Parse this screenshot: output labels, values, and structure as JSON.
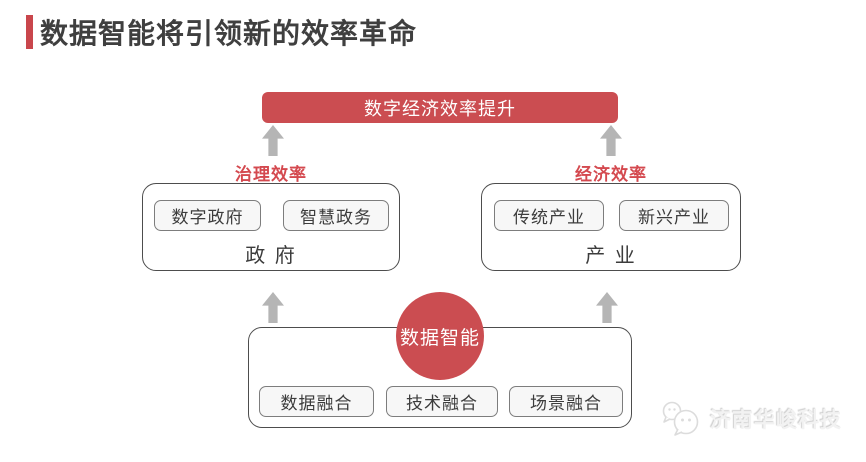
{
  "title": {
    "text": "数据智能将引领新的效率革命",
    "accent_color": "#c9464c",
    "text_color": "#3f3f3f"
  },
  "colors": {
    "red_fill": "#cb4d51",
    "red_label": "#d4494f",
    "arrow_gray": "#b5b5b5",
    "box_border": "#4d4d4d",
    "chip_bg": "#f7f7f7",
    "text_dark": "#3c3c3c"
  },
  "diagram": {
    "top_box": {
      "label": "数字经济效率提升"
    },
    "left_group": {
      "efficiency_label": "治理效率",
      "items": [
        "数字政府",
        "智慧政务"
      ],
      "category": "政 府"
    },
    "right_group": {
      "efficiency_label": "经济效率",
      "items": [
        "传统产业",
        "新兴产业"
      ],
      "category": "产 业"
    },
    "center_circle": {
      "label": "数据智能"
    },
    "bottom_group": {
      "items": [
        "数据融合",
        "技术融合",
        "场景融合"
      ]
    }
  },
  "watermark": {
    "text": "济南华峻科技",
    "icon": "wechat-icon"
  }
}
